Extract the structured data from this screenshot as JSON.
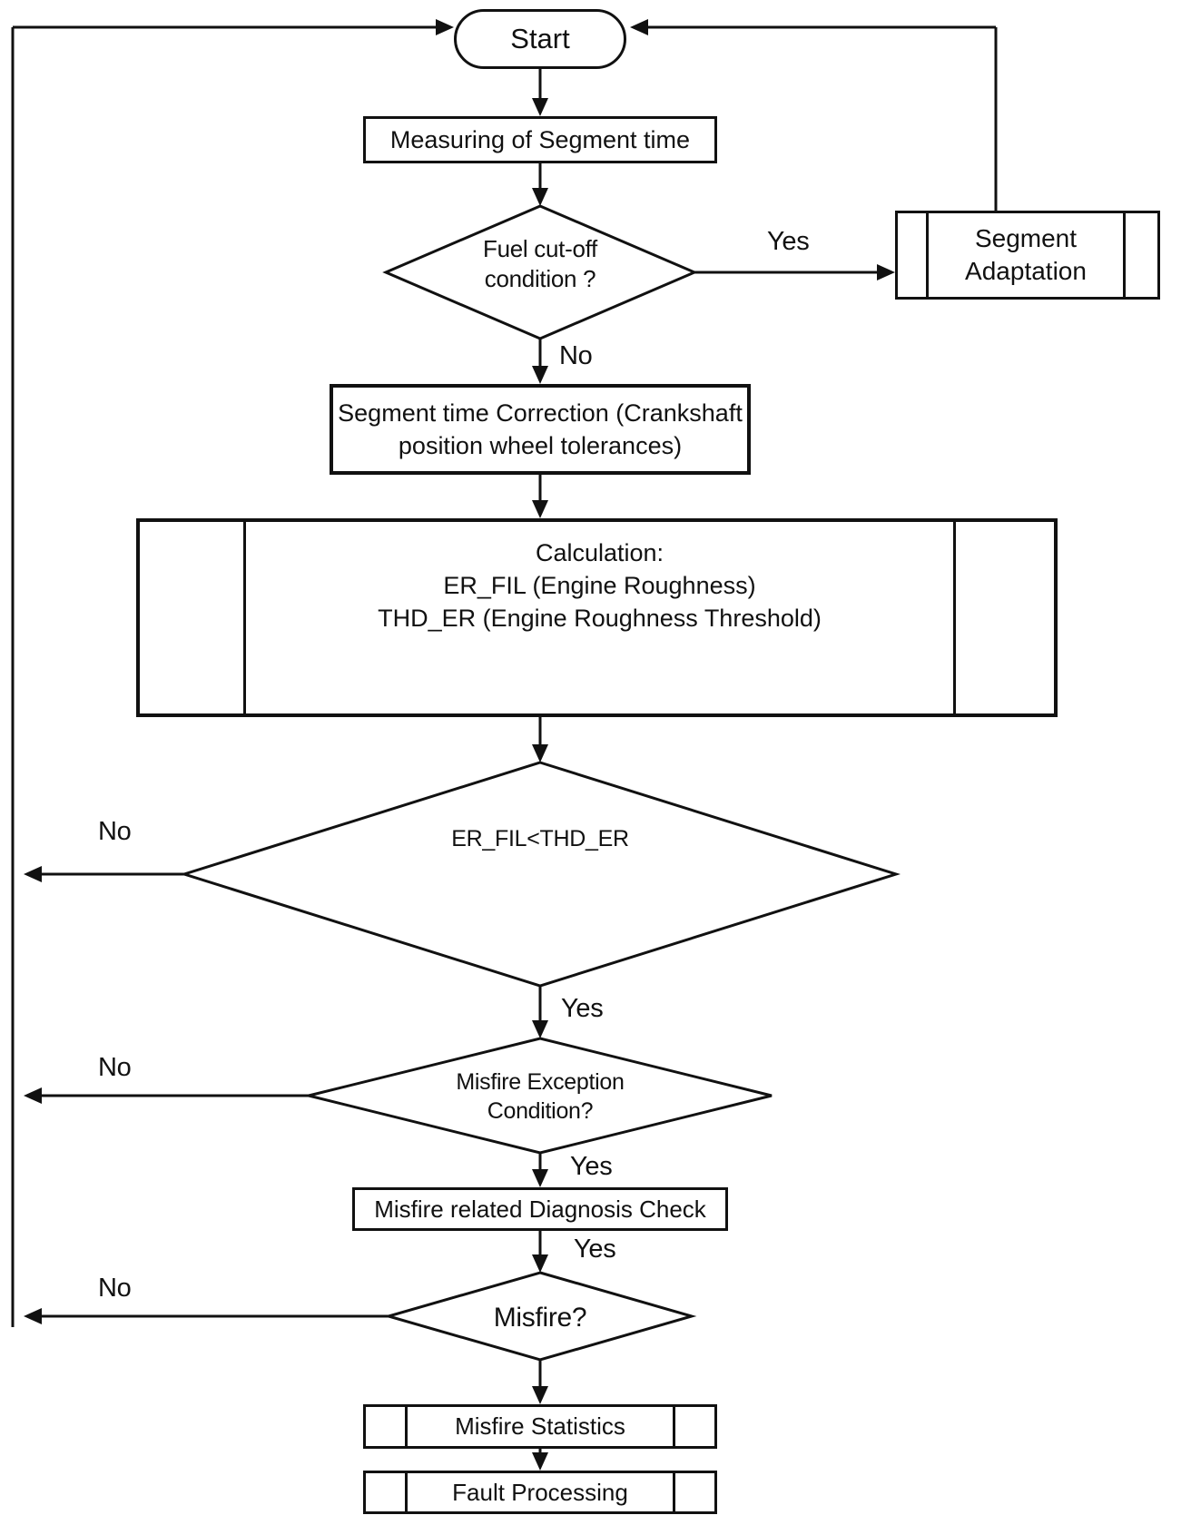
{
  "colors": {
    "ink": "#111111",
    "paper": "#ffffff"
  },
  "flowchart": {
    "nodes": {
      "start": {
        "label": "Start"
      },
      "measuring": {
        "label": "Measuring of Segment time"
      },
      "fuel_cutoff": {
        "lines": [
          "Fuel cut-off",
          "condition ?"
        ]
      },
      "segment_adaptation": {
        "lines": [
          "Segment",
          "Adaptation"
        ]
      },
      "segment_correction": {
        "lines": [
          "Segment time Correction (Crankshaft",
          "position wheel tolerances)"
        ]
      },
      "calculation": {
        "lines": [
          "Calculation:",
          "ER_FIL (Engine Roughness)",
          "THD_ER (Engine Roughness Threshold)"
        ]
      },
      "er_check": {
        "label": "ER_FIL<THD_ER"
      },
      "misfire_exception": {
        "lines": [
          "Misfire Exception",
          "Condition?"
        ]
      },
      "diagnosis_check": {
        "label": "Misfire related Diagnosis Check"
      },
      "misfire": {
        "label": "Misfire?"
      },
      "misfire_statistics": {
        "label": "Misfire Statistics"
      },
      "fault_processing": {
        "label": "Fault Processing"
      }
    },
    "edge_labels": {
      "fuel_yes": "Yes",
      "fuel_no": "No",
      "er_no": "No",
      "er_yes": "Yes",
      "exception_no": "No",
      "exception_yes": "Yes",
      "diagnosis_yes": "Yes",
      "misfire_no": "No"
    }
  }
}
